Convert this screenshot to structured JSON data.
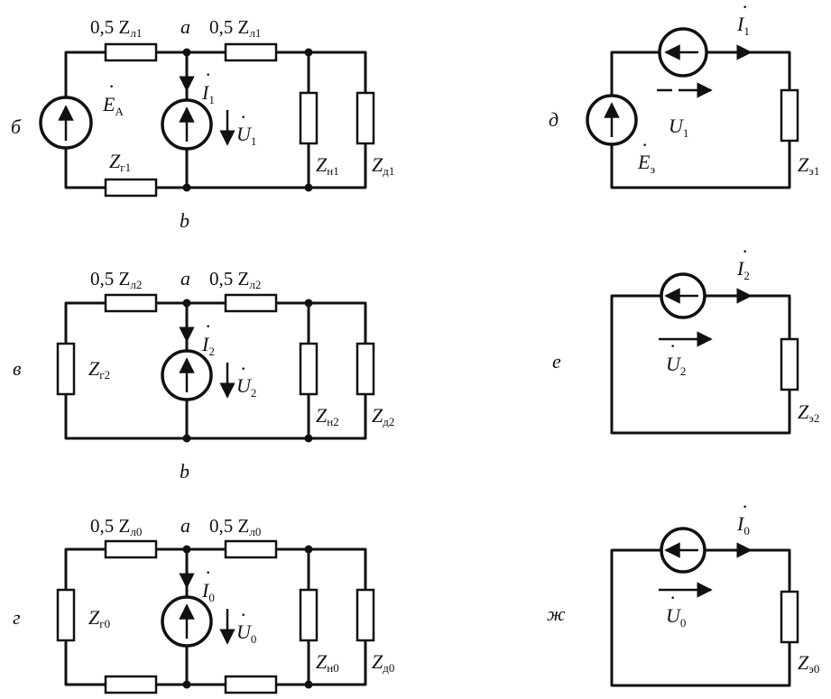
{
  "panels": {
    "b": {
      "letter": "б",
      "z_left_top": "0,5 Z",
      "z_left_top_sub": "л1",
      "z_right_top": "0,5 Z",
      "z_right_top_sub": "л1",
      "node_a": "a",
      "node_b": "b",
      "emf": "E",
      "emf_sub": "A",
      "z_gen": "Z",
      "z_gen_sub": "г1",
      "current": "I",
      "current_sub": "1",
      "voltage": "U",
      "voltage_sub": "1",
      "z_load": "Z",
      "z_load_sub": "н1",
      "z_motor": "Z",
      "z_motor_sub": "д1"
    },
    "v": {
      "letter": "в",
      "z_left_top": "0,5 Z",
      "z_left_top_sub": "л2",
      "z_right_top": "0,5 Z",
      "z_right_top_sub": "л2",
      "node_a": "a",
      "node_b": "b",
      "z_gen": "Z",
      "z_gen_sub": "г2",
      "current": "I",
      "current_sub": "2",
      "voltage": "U",
      "voltage_sub": "2",
      "z_load": "Z",
      "z_load_sub": "н2",
      "z_motor": "Z",
      "z_motor_sub": "д2"
    },
    "g": {
      "letter": "г",
      "z_left_top": "0,5 Z",
      "z_left_top_sub": "л0",
      "z_right_top": "0,5 Z",
      "z_right_top_sub": "л0",
      "node_a": "a",
      "z_gen": "Z",
      "z_gen_sub": "г0",
      "current": "I",
      "current_sub": "0",
      "voltage": "U",
      "voltage_sub": "0",
      "z_load": "Z",
      "z_load_sub": "н0",
      "z_motor": "Z",
      "z_motor_sub": "д0"
    },
    "d": {
      "letter": "д",
      "current": "I",
      "current_sub": "1",
      "voltage": "U",
      "voltage_sub": "1",
      "emf": "E",
      "emf_sub": "э",
      "z": "Z",
      "z_sub": "э1"
    },
    "e": {
      "letter": "е",
      "current": "I",
      "current_sub": "2",
      "voltage": "U",
      "voltage_sub": "2",
      "z": "Z",
      "z_sub": "э2"
    },
    "zh": {
      "letter": "ж",
      "current": "I",
      "current_sub": "0",
      "voltage": "U",
      "voltage_sub": "0",
      "z": "Z",
      "z_sub": "э0"
    }
  }
}
